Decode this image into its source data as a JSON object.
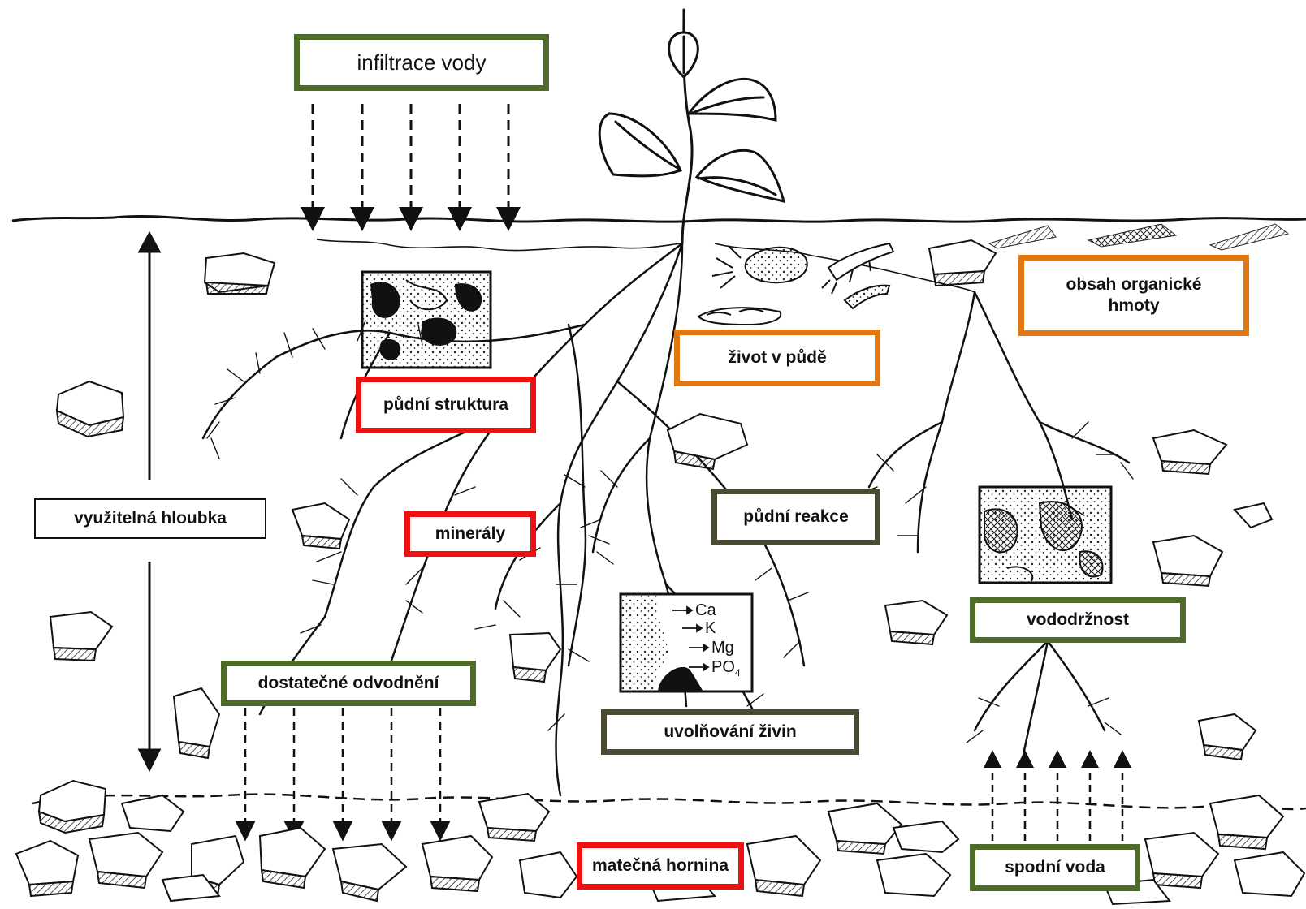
{
  "labels": {
    "infiltration": "infiltrace vody",
    "usable_depth": "využitelná hloubka",
    "soil_structure": "půdní struktura",
    "minerals": "minerály",
    "drainage": "dostatečné odvodnění",
    "soil_life": "život v půdě",
    "soil_reaction": "půdní reakce",
    "nutrient_release": "uvolňování živin",
    "organic_matter_line1": "obsah organické",
    "organic_matter_line2": "hmoty",
    "water_retention": "vododržnost",
    "groundwater": "spodní voda",
    "parent_rock": "matečná hornina"
  },
  "nutrients": {
    "ca": "Ca",
    "k": "K",
    "mg": "Mg",
    "po4": "PO",
    "po4_sub": "4"
  },
  "colors": {
    "green_border": "#4f6b2a",
    "olive_border": "#4b4b33",
    "red_border": "#ee1111",
    "orange_border": "#e07712",
    "ink": "#111111"
  }
}
